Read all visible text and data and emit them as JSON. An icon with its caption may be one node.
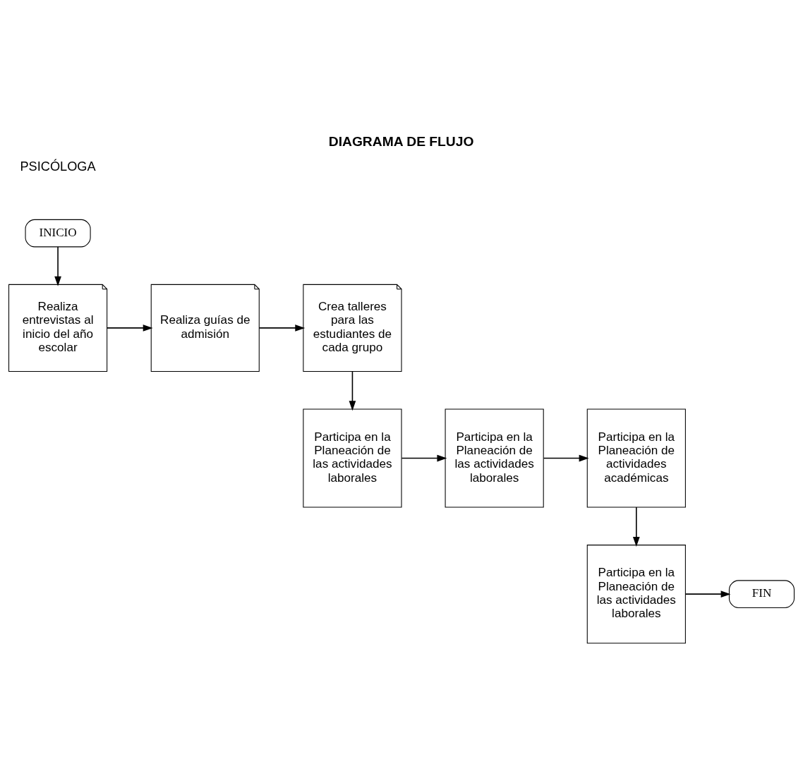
{
  "diagram": {
    "title": "DIAGRAMA DE FLUJO",
    "nodes": [
      {
        "text": [
          "INICIO"
        ]
      },
      {
        "text": [
          "Realiza entrevistas al inicio del año escolar"
        ]
      },
      {
        "text": [
          "Realiza guías de admisión"
        ]
      },
      {
        "text": [
          "Crea talleres para las estudiantes de cada grupo"
        ]
      },
      {
        "text": [
          "Participa en la Planeación de las actividades laborales"
        ]
      },
      {
        "text": [
          "Participa en la Planeación de las actividades laborales"
        ]
      },
      {
        "text": [
          "Participa en la Planeación de actividades académicas"
        ]
      },
      {
        "text": [
          "Participa en la Planeación de las actividades laborales"
        ]
      },
      {
        "text": [
          "FIN"
        ]
      }
    ],
    "edges": [
      {
        "from": 0,
        "to": 1,
        "arrow": "to"
      },
      {
        "from": 1,
        "to": 2,
        "arrow": "to"
      },
      {
        "from": 2,
        "to": 3,
        "arrow": "to"
      },
      {
        "from": 3,
        "to": 4,
        "arrow": "to"
      },
      {
        "from": 4,
        "to": 5,
        "arrow": "to"
      },
      {
        "from": 5,
        "to": 6,
        "arrow": "to"
      },
      {
        "from": 6,
        "to": 7,
        "arrow": "to"
      },
      {
        "from": 7,
        "to": 8,
        "arrow": "to"
      }
    ],
    "labels": [
      "PSICÓLOGA"
    ]
  }
}
